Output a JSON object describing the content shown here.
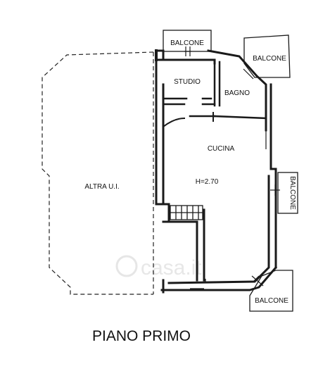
{
  "floor_title": "PIANO PRIMO",
  "rooms": {
    "studio": "STUDIO",
    "bagno": "BAGNO",
    "cucina": "CUCINA",
    "ceiling_height": "H=2.70",
    "altra_ui": "ALTRA U.I."
  },
  "balconies": {
    "top": "BALCONE",
    "top_right": "BALCONE",
    "right": "BALCONE",
    "bottom_right": "BALCONE"
  },
  "watermark": "casa.it",
  "colors": {
    "lines": "#1a1a1a",
    "background": "#ffffff",
    "watermark": "#d9d9d9"
  }
}
